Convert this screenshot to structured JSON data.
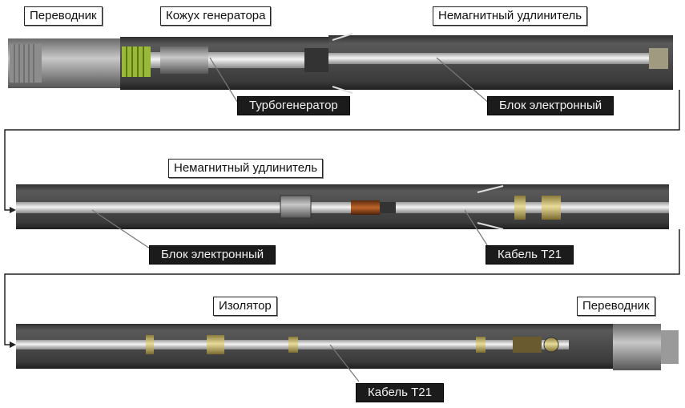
{
  "row1": {
    "labels": {
      "sub_left": "Переводник",
      "generator_housing": "Кожух генератора",
      "nonmag_extension": "Немагнитный удлинитель"
    },
    "callouts": {
      "turbogenerator": "Турбогенератор",
      "electronic_unit": "Блок электронный"
    }
  },
  "row2": {
    "labels": {
      "nonmag_extension": "Немагнитный удлинитель"
    },
    "callouts": {
      "electronic_unit": "Блок электронный",
      "cable": "Кабель Т21"
    }
  },
  "row3": {
    "labels": {
      "isolator": "Изолятор",
      "sub_right": "Переводник"
    },
    "callouts": {
      "cable": "Кабель Т21"
    }
  }
}
